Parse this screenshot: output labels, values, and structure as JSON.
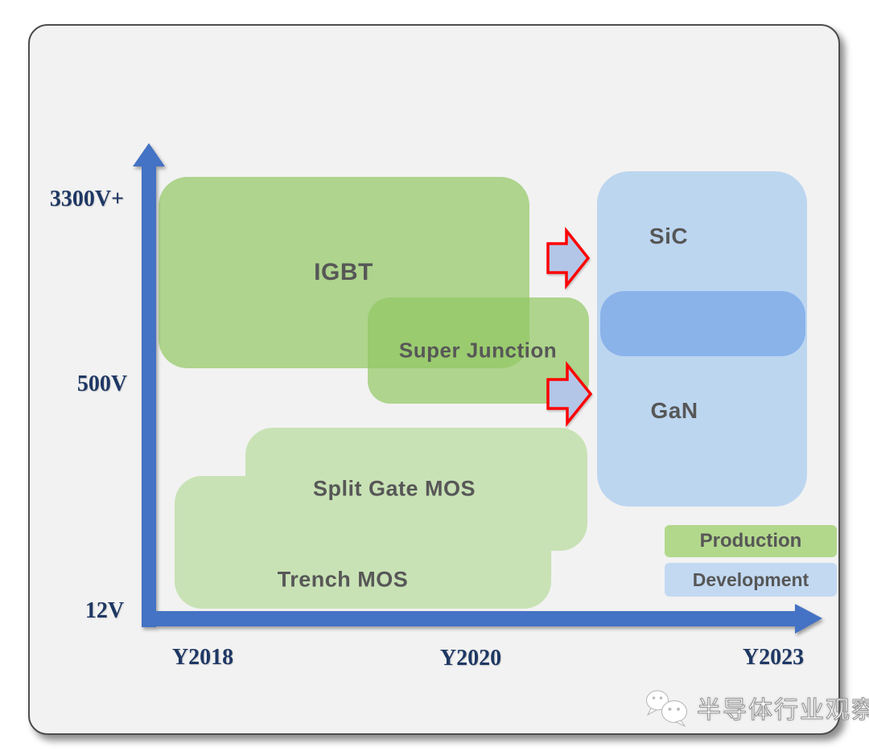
{
  "diagram": {
    "y_axis": {
      "labels": [
        "3300V+",
        "500V",
        "12V"
      ]
    },
    "x_axis": {
      "labels": [
        "Y2018",
        "Y2020",
        "Y2023"
      ]
    },
    "regions": {
      "igbt": "IGBT",
      "super_junction": "Super Junction",
      "split_gate_mos": "Split Gate MOS",
      "trench_mos": "Trench MOS",
      "sic": "SiC",
      "gan": "GaN"
    },
    "legend": {
      "production": "Production",
      "development": "Development"
    },
    "watermark": "半导体行业观察",
    "colors": {
      "card_background": "#f2f2f2",
      "production_fill": "#aed48e",
      "production_overlap_fill": "#9acb70",
      "production_pale_fill": "#c8e2b5",
      "development_fill": "#bdd6f0",
      "development_band_fill": "#8ab3ea",
      "legend_production_fill": "#b2d88c",
      "legend_development_fill": "#c3d9f2",
      "axis": "#4472c4",
      "axis_text": "#1f3864",
      "region_text": "#575757",
      "arrow_fill": "#b3c6e7",
      "arrow_stroke": "#ff0000"
    }
  }
}
